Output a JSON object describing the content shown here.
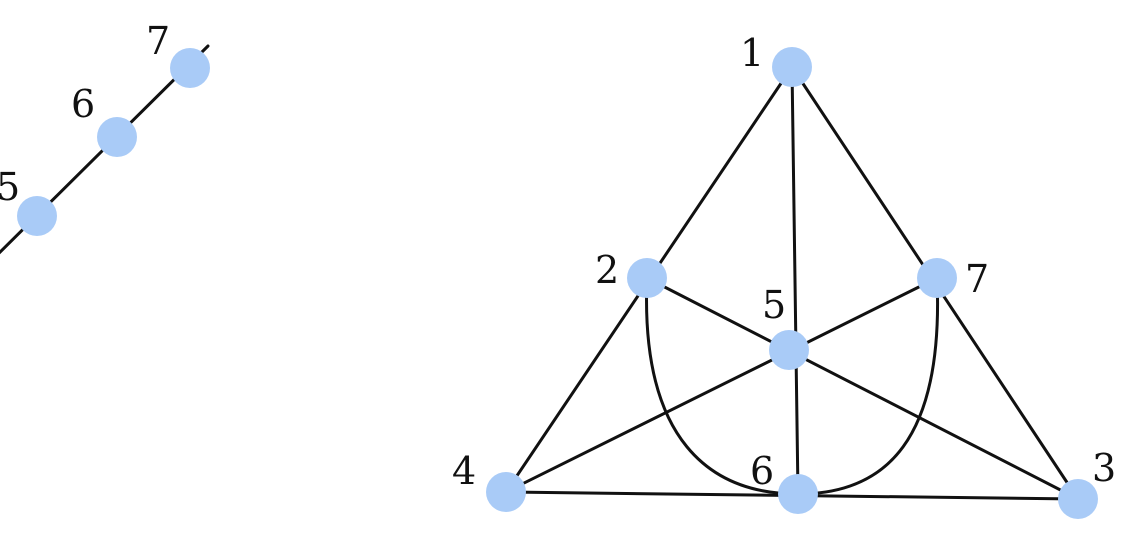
{
  "style": {
    "node_color": "#a9cbf7",
    "edge_color": "#111111",
    "background": "#ffffff"
  },
  "left_fragment": {
    "nodes": [
      {
        "id": "L5",
        "label": "5"
      },
      {
        "id": "L6",
        "label": "6"
      },
      {
        "id": "L7",
        "label": "7"
      }
    ]
  },
  "fano_plane": {
    "nodes": [
      {
        "id": "F1",
        "label": "1"
      },
      {
        "id": "F2",
        "label": "2"
      },
      {
        "id": "F3",
        "label": "3"
      },
      {
        "id": "F4",
        "label": "4"
      },
      {
        "id": "F5",
        "label": "5"
      },
      {
        "id": "F6",
        "label": "6"
      },
      {
        "id": "F7",
        "label": "7"
      }
    ],
    "lines": [
      [
        "1",
        "2",
        "4"
      ],
      [
        "1",
        "7",
        "3"
      ],
      [
        "4",
        "6",
        "3"
      ],
      [
        "1",
        "5",
        "6"
      ],
      [
        "2",
        "5",
        "3"
      ],
      [
        "7",
        "5",
        "4"
      ],
      [
        "2",
        "6",
        "7"
      ]
    ]
  }
}
